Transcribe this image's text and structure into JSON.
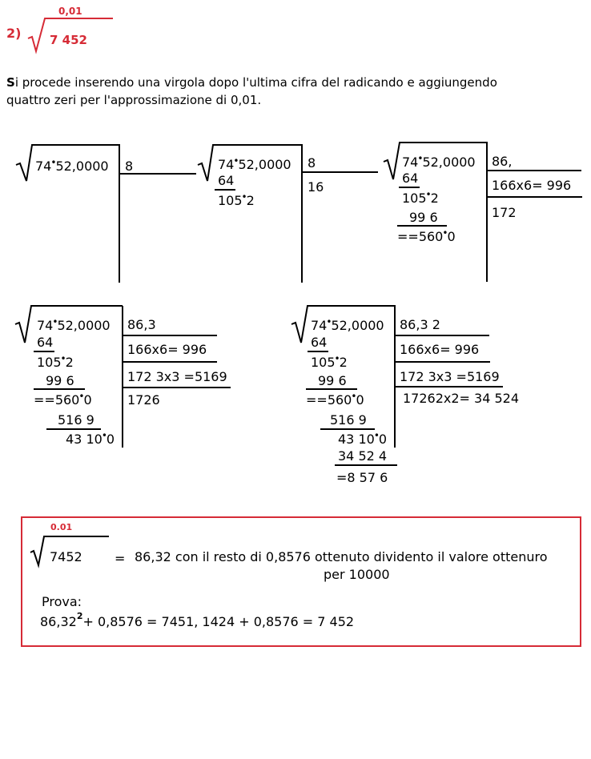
{
  "header": {
    "problem_number": "2)",
    "index": "0,01",
    "radicand": "7 452"
  },
  "intro": {
    "first_letter": "S",
    "line1_rest": "i procede inserendo una virgola dopo l'ultima cifra del radicando e  aggiungendo",
    "line2": "quattro zeri per l'approssimazione di 0,01."
  },
  "step1": {
    "radicand_a": "74",
    "radicand_b": "52,0000",
    "result": "8"
  },
  "step2": {
    "radicand_a": "74",
    "radicand_b": "52,0000",
    "result": "8",
    "sub1": "64",
    "rem1_a": "105",
    "rem1_b": "2",
    "double": "16"
  },
  "step3": {
    "radicand_a": "74",
    "radicand_b": "52,0000",
    "result": "86,",
    "sub1": "64",
    "rem1_a": "105",
    "rem1_b": "2",
    "sub2": "99 6",
    "rem2_a": "==560",
    "rem2_b": "0",
    "trial1": "166x6= 996",
    "double": "172"
  },
  "step4": {
    "radicand_a": "74",
    "radicand_b": "52,0000",
    "result": "86,3",
    "sub1": "64",
    "rem1_a": "105",
    "rem1_b": "2",
    "sub2": "99 6",
    "rem2_a": "==560",
    "rem2_b": "0",
    "sub3": "516 9",
    "rem3_a": "43 10",
    "rem3_b": "0",
    "trial1": "166x6= 996",
    "trial2": "172 3x3 =5169",
    "double": "1726"
  },
  "step5": {
    "radicand_a": "74",
    "radicand_b": "52,0000",
    "result": "86,3 2",
    "sub1": "64",
    "rem1_a": "105",
    "rem1_b": "2",
    "sub2": "99 6",
    "rem2_a": "==560",
    "rem2_b": "0",
    "sub3": "516 9",
    "rem3_a": "43 10",
    "rem3_b": "0",
    "sub4": "34 52 4",
    "rem4": "=8 57 6",
    "trial1": "166x6= 996",
    "trial2": "172 3x3 =5169",
    "trial3": "17262x2= 34 524"
  },
  "summary": {
    "index": "0.01",
    "radicand": "7452",
    "equals": "=",
    "result_line1": "86,32  con il resto di  0,8576 ottenuto dividento il valore ottenuro",
    "result_line2": "per 10000",
    "check_label": "Prova:",
    "check_base": "86,32",
    "check_exponent": "2",
    "check_rest": "+  0,8576 = 7451, 1424 + 0,8576 = 7 452"
  }
}
